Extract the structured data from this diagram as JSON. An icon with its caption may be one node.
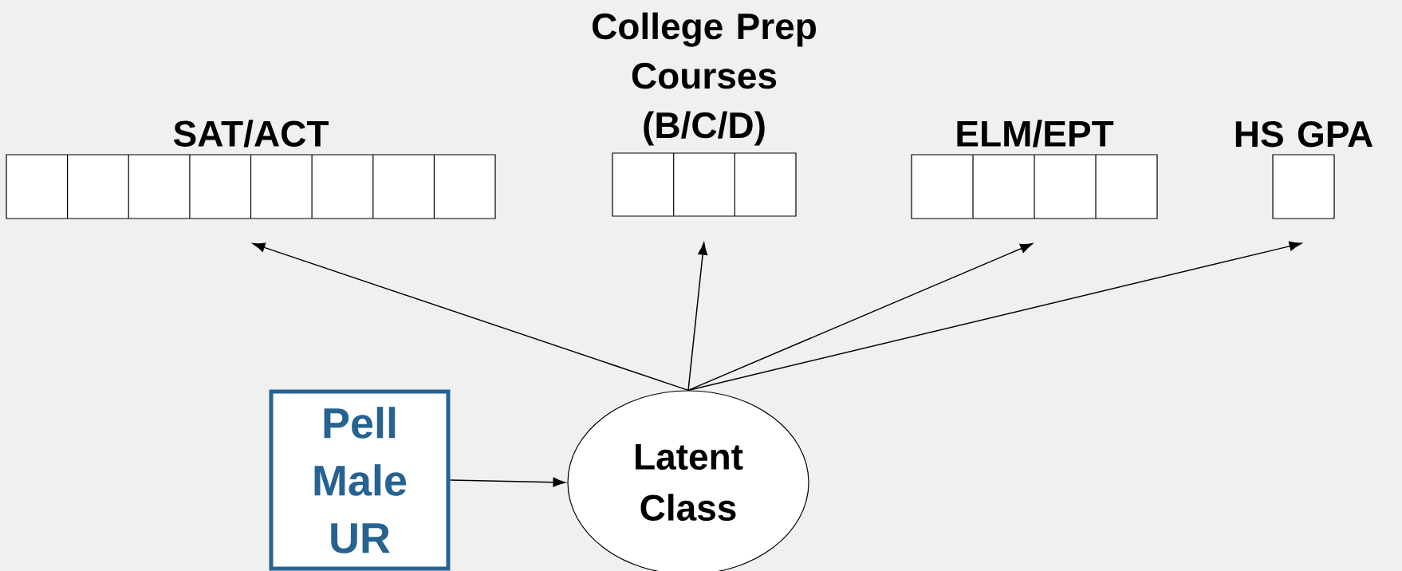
{
  "diagram": {
    "nodes": [
      {
        "text": [
          "SAT/ACT"
        ]
      },
      {
        "text": [
          "College Prep Courses (B/C/D)"
        ]
      },
      {
        "text": [
          "ELM/EPT"
        ]
      },
      {
        "text": [
          "HS GPA"
        ]
      },
      {
        "text": [
          "Pell Male UR"
        ]
      },
      {
        "text": [
          "Latent Class"
        ]
      }
    ],
    "edges": [
      {
        "from": 4,
        "to": 5,
        "arrow": "to"
      },
      {
        "from": 5,
        "to": 0,
        "arrow": "to"
      },
      {
        "from": 5,
        "to": 1,
        "arrow": "to"
      },
      {
        "from": 5,
        "to": 2,
        "arrow": "to"
      },
      {
        "from": 5,
        "to": 3,
        "arrow": "to"
      }
    ]
  }
}
